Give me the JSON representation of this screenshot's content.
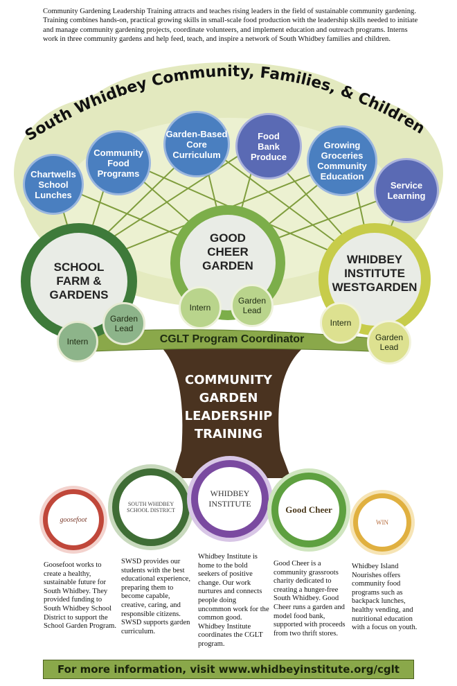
{
  "intro": "Community Gardening Leadership Training attracts and teaches rising leaders in the field of sustainable community gardening. Training combines hands-on, practical growing skills in small-scale food production with the leadership skills needed to initiate and manage community gardening projects, coordinate volunteers, and implement education and outreach programs. Interns work in three community gardens and help feed, teach, and inspire a network of South Whidbey families and children.",
  "arc_title": "South Whidbey Community, Families, & Children",
  "topics": [
    {
      "line1": "Chartwells",
      "line2": "School",
      "line3": "Lunches"
    },
    {
      "line1": "Community",
      "line2": "Food",
      "line3": "Programs"
    },
    {
      "line1": "Garden-Based",
      "line2": "Core",
      "line3": "Curriculum"
    },
    {
      "line1": "Food",
      "line2": "Bank",
      "line3": "Produce"
    },
    {
      "line1": "Growing",
      "line2": "Groceries",
      "line3": "Community",
      "line4": "Education"
    },
    {
      "line1": "Service",
      "line2": "Learning"
    }
  ],
  "gardens": [
    {
      "line1": "SCHOOL",
      "line2": "FARM &",
      "line3": "GARDENS",
      "intern": "Intern",
      "lead1": "Garden",
      "lead2": "Lead"
    },
    {
      "line1": "GOOD",
      "line2": "CHEER",
      "line3": "GARDEN",
      "intern": "Intern",
      "lead1": "Garden",
      "lead2": "Lead"
    },
    {
      "line1": "WHIDBEY",
      "line2": "INSTITUTE",
      "line3": "WESTGARDEN",
      "intern": "Intern",
      "lead1": "Garden",
      "lead2": "Lead"
    }
  ],
  "coordinator": "CGLT Program Coordinator",
  "trunk": {
    "line1": "COMMUNITY",
    "line2": "GARDEN",
    "line3": "LEADERSHIP",
    "line4": "TRAINING"
  },
  "partners": [
    {
      "logo": "goosefoot",
      "desc": "Goosefoot works to create a healthy, sustainable future for South Whidbey. They provided funding to South Whidbey School District to support the School Garden Program.",
      "ring": "#c0473a"
    },
    {
      "logo": "SOUTH WHIDBEY SCHOOL DISTRICT",
      "desc": "SWSD provides our students with the best educational experience, preparing them to become capable, creative, caring, and responsible citizens. SWSD supports garden curriculum.",
      "ring": "#3f6d35"
    },
    {
      "logo": "WHIDBEY INSTITUTE",
      "desc": "Whidbey Institute is home to the bold seekers of positive change. Our work nurtures and connects people doing uncommon work for the common good. Whidbey Institute coordinates the CGLT program.",
      "ring": "#7a4aa0"
    },
    {
      "logo": "Good Cheer",
      "desc": "Good Cheer is a community grassroots charity dedicated to creating a hunger-free South Whidbey. Good Cheer runs a garden and model food bank, supported with proceeds from two thrift stores.",
      "ring": "#5ea040"
    },
    {
      "logo": "WIN",
      "desc": "Whidbey Island Nourishes offers community food programs such as backpack lunches, healthy vending, and nutritional education with a focus on youth.",
      "ring": "#e0b040"
    }
  ],
  "footer": "For more information, visit www.whidbeyinstitute.org/cglt",
  "colors": {
    "topic_blue": "#4a7fc0",
    "topic_indigo": "#5a6ab4",
    "trunk": "#4a3320",
    "branch_green": "#8aa84a"
  }
}
